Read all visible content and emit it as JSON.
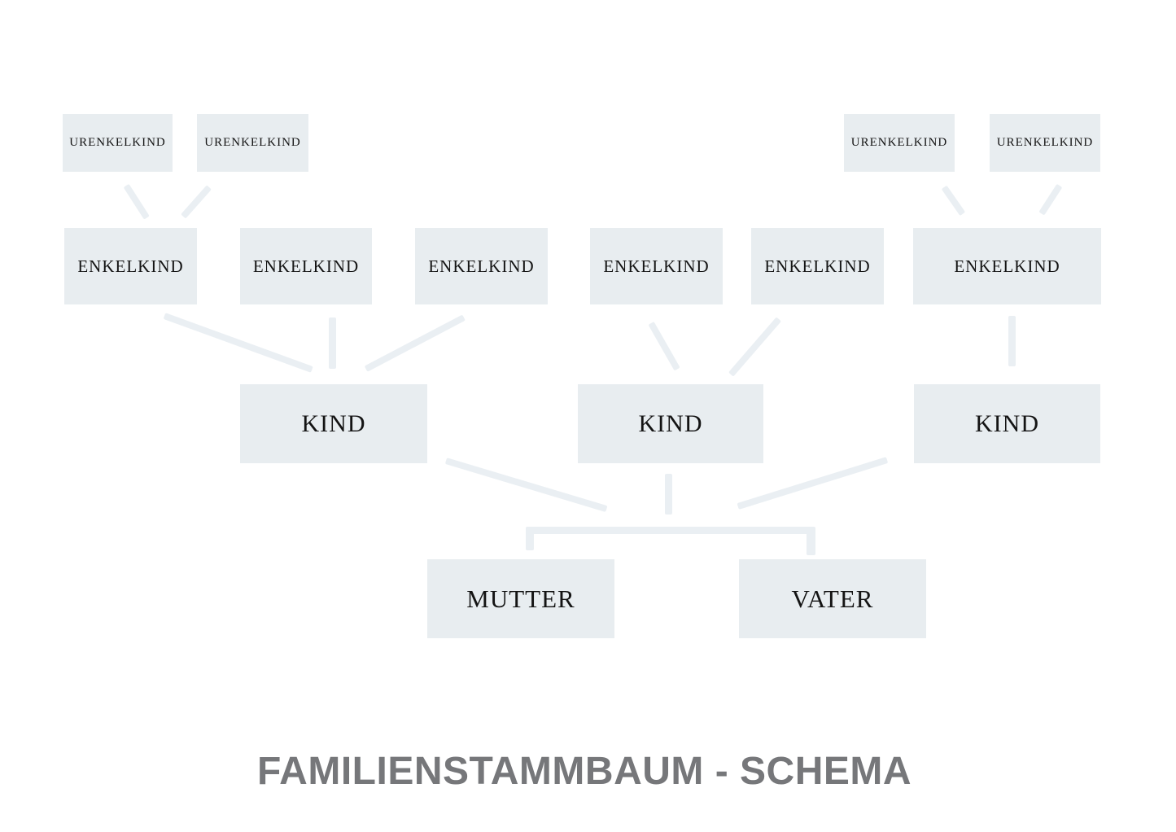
{
  "title": "FAMILIENSTAMMBAUM - SCHEMA",
  "generations": {
    "urenkelkind": [
      "URENKELKIND",
      "URENKELKIND",
      "URENKELKIND",
      "URENKELKIND"
    ],
    "enkelkind": [
      "ENKELKIND",
      "ENKELKIND",
      "ENKELKIND",
      "ENKELKIND",
      "ENKELKIND",
      "ENKELKIND"
    ],
    "kind": [
      "KIND",
      "KIND",
      "KIND"
    ],
    "eltern": [
      "MUTTER",
      "VATER"
    ]
  },
  "edges": [
    {
      "parent": "enkelkind-1",
      "child": "urenkelkind-1"
    },
    {
      "parent": "enkelkind-1",
      "child": "urenkelkind-2"
    },
    {
      "parent": "enkelkind-6",
      "child": "urenkelkind-3"
    },
    {
      "parent": "enkelkind-6",
      "child": "urenkelkind-4"
    },
    {
      "parent": "kind-1",
      "child": "enkelkind-1"
    },
    {
      "parent": "kind-1",
      "child": "enkelkind-2"
    },
    {
      "parent": "kind-1",
      "child": "enkelkind-3"
    },
    {
      "parent": "kind-2",
      "child": "enkelkind-4"
    },
    {
      "parent": "kind-2",
      "child": "enkelkind-5"
    },
    {
      "parent": "kind-3",
      "child": "enkelkind-6"
    },
    {
      "parent": "mutter+vater",
      "child": "kind-1"
    },
    {
      "parent": "mutter+vater",
      "child": "kind-2"
    },
    {
      "parent": "mutter+vater",
      "child": "kind-3"
    }
  ],
  "colors": {
    "background": "#ffffff",
    "box_fill": "#e8edf0",
    "connector": "#eaeff3",
    "label_text": "#141414",
    "title_text": "#76777a"
  }
}
